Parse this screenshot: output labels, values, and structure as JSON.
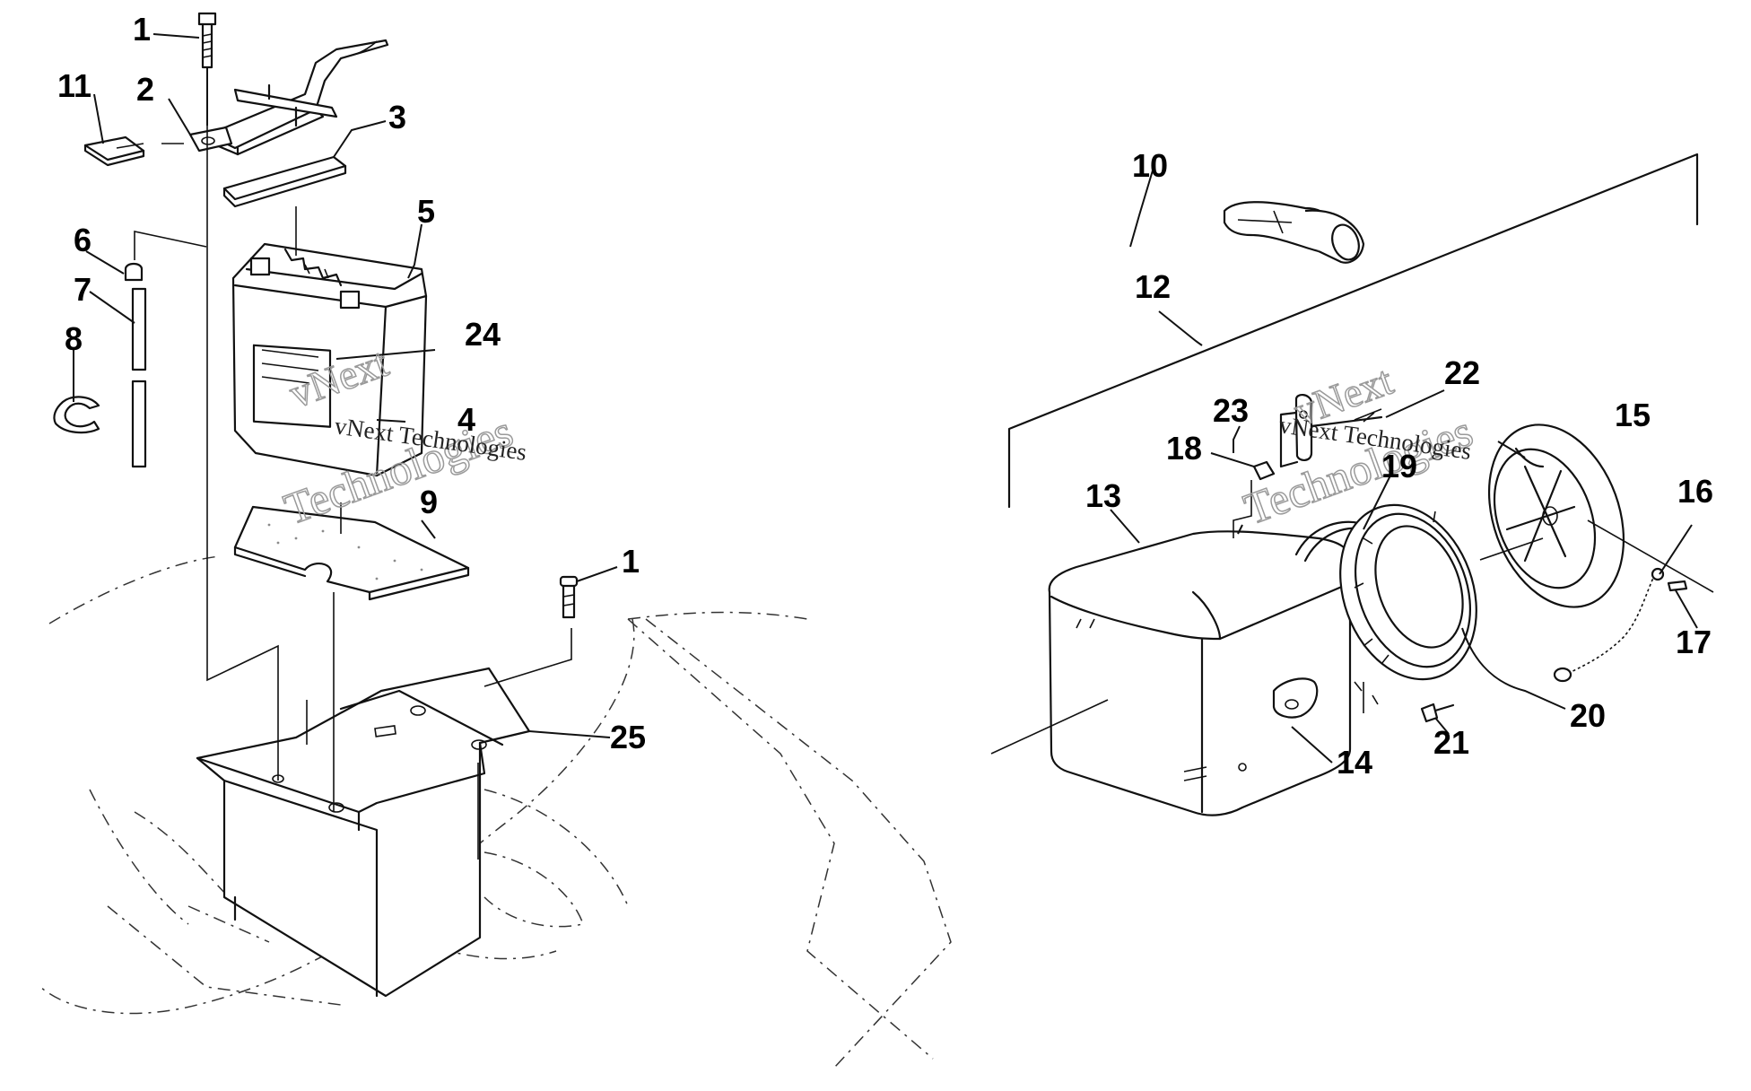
{
  "labels": {
    "l1a": "1",
    "l2": "2",
    "l3": "3",
    "l4": "4",
    "l5": "5",
    "l6": "6",
    "l7": "7",
    "l8": "8",
    "l9": "9",
    "l10": "10",
    "l11": "11",
    "l12": "12",
    "l13": "13",
    "l14": "14",
    "l15": "15",
    "l16": "16",
    "l17": "17",
    "l18": "18",
    "l19": "19",
    "l20": "20",
    "l21": "21",
    "l22": "22",
    "l23": "23",
    "l24": "24",
    "l25": "25",
    "l1b": "1"
  },
  "watermark": {
    "brand": "vNext",
    "company": "Technologies",
    "line": "vNext Technologies"
  },
  "colors": {
    "ink": "#111111",
    "background": "#ffffff",
    "watermark": "#9a9a9a"
  }
}
